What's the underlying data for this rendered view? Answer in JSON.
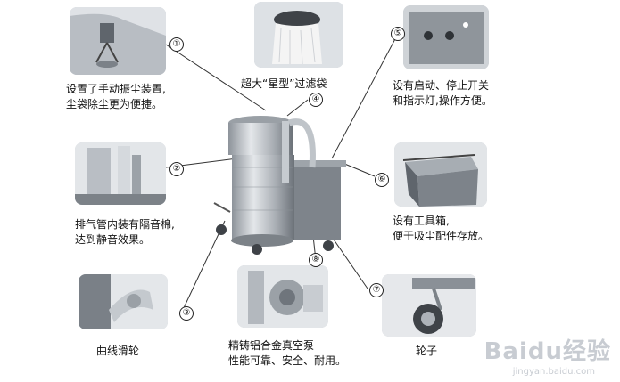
{
  "callouts": [
    {
      "number": "①",
      "caption_lines": [
        "设置了手动振尘装置,",
        "尘袋除尘更为便捷。"
      ],
      "image_icon": "manual-shaker-icon"
    },
    {
      "number": "②",
      "caption_lines": [
        "排气管内装有隔音棉,",
        "达到静音效果。"
      ],
      "image_icon": "exhaust-pipe-icon"
    },
    {
      "number": "③",
      "caption_lines": [
        "曲线滑轮"
      ],
      "image_icon": "curved-pulley-icon"
    },
    {
      "number": "④",
      "caption_lines": [
        "超大“星型”过滤袋"
      ],
      "image_icon": "star-filter-bag-icon"
    },
    {
      "number": "⑤",
      "caption_lines": [
        "设有启动、停止开关",
        "和指示灯,操作方便。"
      ],
      "image_icon": "control-panel-icon"
    },
    {
      "number": "⑥",
      "caption_lines": [
        "设有工具箱,",
        "便于吸尘配件存放。"
      ],
      "image_icon": "tool-box-icon"
    },
    {
      "number": "⑦",
      "caption_lines": [
        "轮子"
      ],
      "image_icon": "wheel-icon"
    },
    {
      "number": "⑧",
      "caption_lines": [
        "精铸铝合金真空泵",
        "性能可靠、安全、耐用。"
      ],
      "image_icon": "vacuum-pump-icon"
    }
  ],
  "watermark": {
    "logo_text": "Baidu经验",
    "url": "jingyan.baidu.com"
  },
  "colors": {
    "metal": "#b9bec4",
    "metal_dark": "#6f757c",
    "panel": "#8a9097",
    "line": "#333333"
  }
}
